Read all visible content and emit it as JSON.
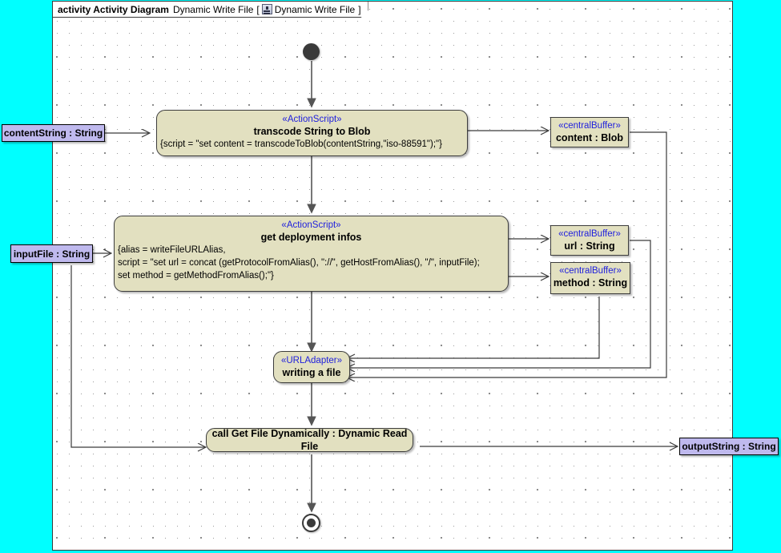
{
  "frame": {
    "keyword": "activity Activity Diagram",
    "name": "Dynamic Write File",
    "bracket_open": "[",
    "icon": "activity-diagram-icon",
    "inner_name": "Dynamic Write File",
    "bracket_close": "]"
  },
  "nodes": {
    "initial": {
      "name": "initial-node"
    },
    "final": {
      "name": "activity-final-node"
    },
    "transcode": {
      "stereotype": "«ActionScript»",
      "title": "transcode String to Blob",
      "body": "{script = \"set content = transcodeToBlob(contentString,\"iso-88591\");\"}"
    },
    "deployment": {
      "stereotype": "«ActionScript»",
      "title": "get deployment infos",
      "body_line1": "{alias = writeFileURLAlias,",
      "body_line2": "script = \"set url = concat (getProtocolFromAlias(), \"://\", getHostFromAlias(), \"/\", inputFile);",
      "body_line3": "set method = getMethodFromAlias();\"}"
    },
    "urladapter": {
      "stereotype": "«URLAdapter»",
      "title": "writing a file"
    },
    "call_read_file": {
      "title": "call Get File Dynamically : Dynamic Read File"
    }
  },
  "buffers": [
    {
      "stereotype": "«centralBuffer»",
      "label": "content : Blob"
    },
    {
      "stereotype": "«centralBuffer»",
      "label": "url : String"
    },
    {
      "stereotype": "«centralBuffer»",
      "label": "method : String"
    }
  ],
  "parameters": [
    {
      "label": "contentString : String"
    },
    {
      "label": "inputFile : String"
    },
    {
      "label": "outputString : String"
    }
  ],
  "colors": {
    "canvas_background": "#00ffff",
    "frame_background": "#ffffff",
    "action_fill": "#e2e0c0",
    "parameter_fill": "#bfb9ee",
    "stereotype_text": "#2020dd",
    "border": "#3d3d3d"
  }
}
